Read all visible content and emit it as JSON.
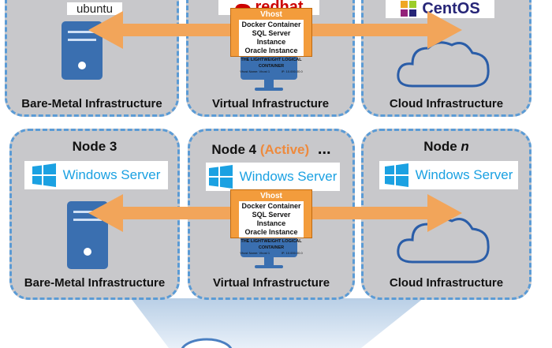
{
  "top_row": {
    "bare_metal": {
      "os_logo": "ubuntu",
      "label": "Bare-Metal Infrastructure"
    },
    "virtual": {
      "os_logo": "redhat",
      "label": "Virtual Infrastructure"
    },
    "cloud": {
      "os_logo": "CentOS",
      "label": "Cloud Infrastructure"
    }
  },
  "vhost_top": {
    "title": "Vhost",
    "lines": [
      "Docker Container",
      "SQL Server Instance",
      "Oracle Instance"
    ],
    "tagline": "THE LIGHTWEIGHT LOGICAL CONTAINER",
    "footer_left": "Vhost Name: Vhost 1",
    "footer_right": "IP: 10.000.00.0"
  },
  "bottom_row": {
    "node3": {
      "title": "Node 3",
      "os_logo": "Windows Server",
      "label": "Bare-Metal Infrastructure"
    },
    "node4": {
      "title": "Node 4",
      "status": "(Active)",
      "more": "...",
      "os_logo": "Windows Server",
      "label": "Virtual Infrastructure"
    },
    "noden": {
      "title_prefix": "Node",
      "title_var": "n",
      "os_logo": "Windows Server",
      "label": "Cloud Infrastructure"
    }
  },
  "vhost_bottom": {
    "title": "Vhost",
    "lines": [
      "Docker Container",
      "SQL Server Instance",
      "Oracle Instance"
    ],
    "tagline": "THE LIGHTWEIGHT LOGICAL CONTAINER",
    "footer_left": "Vhost Name: Vhost 1",
    "footer_right": "IP: 10.000.00.0"
  },
  "colors": {
    "node_fill": "#c8c8cb",
    "node_border": "#5b9bd5",
    "arrow": "#f2a55a",
    "vhost": "#f39c3c",
    "server": "#3a6fb0",
    "active": "#ee8a3d",
    "windows_blue": "#1ba1e2",
    "funnel": "#b9cfe6"
  }
}
